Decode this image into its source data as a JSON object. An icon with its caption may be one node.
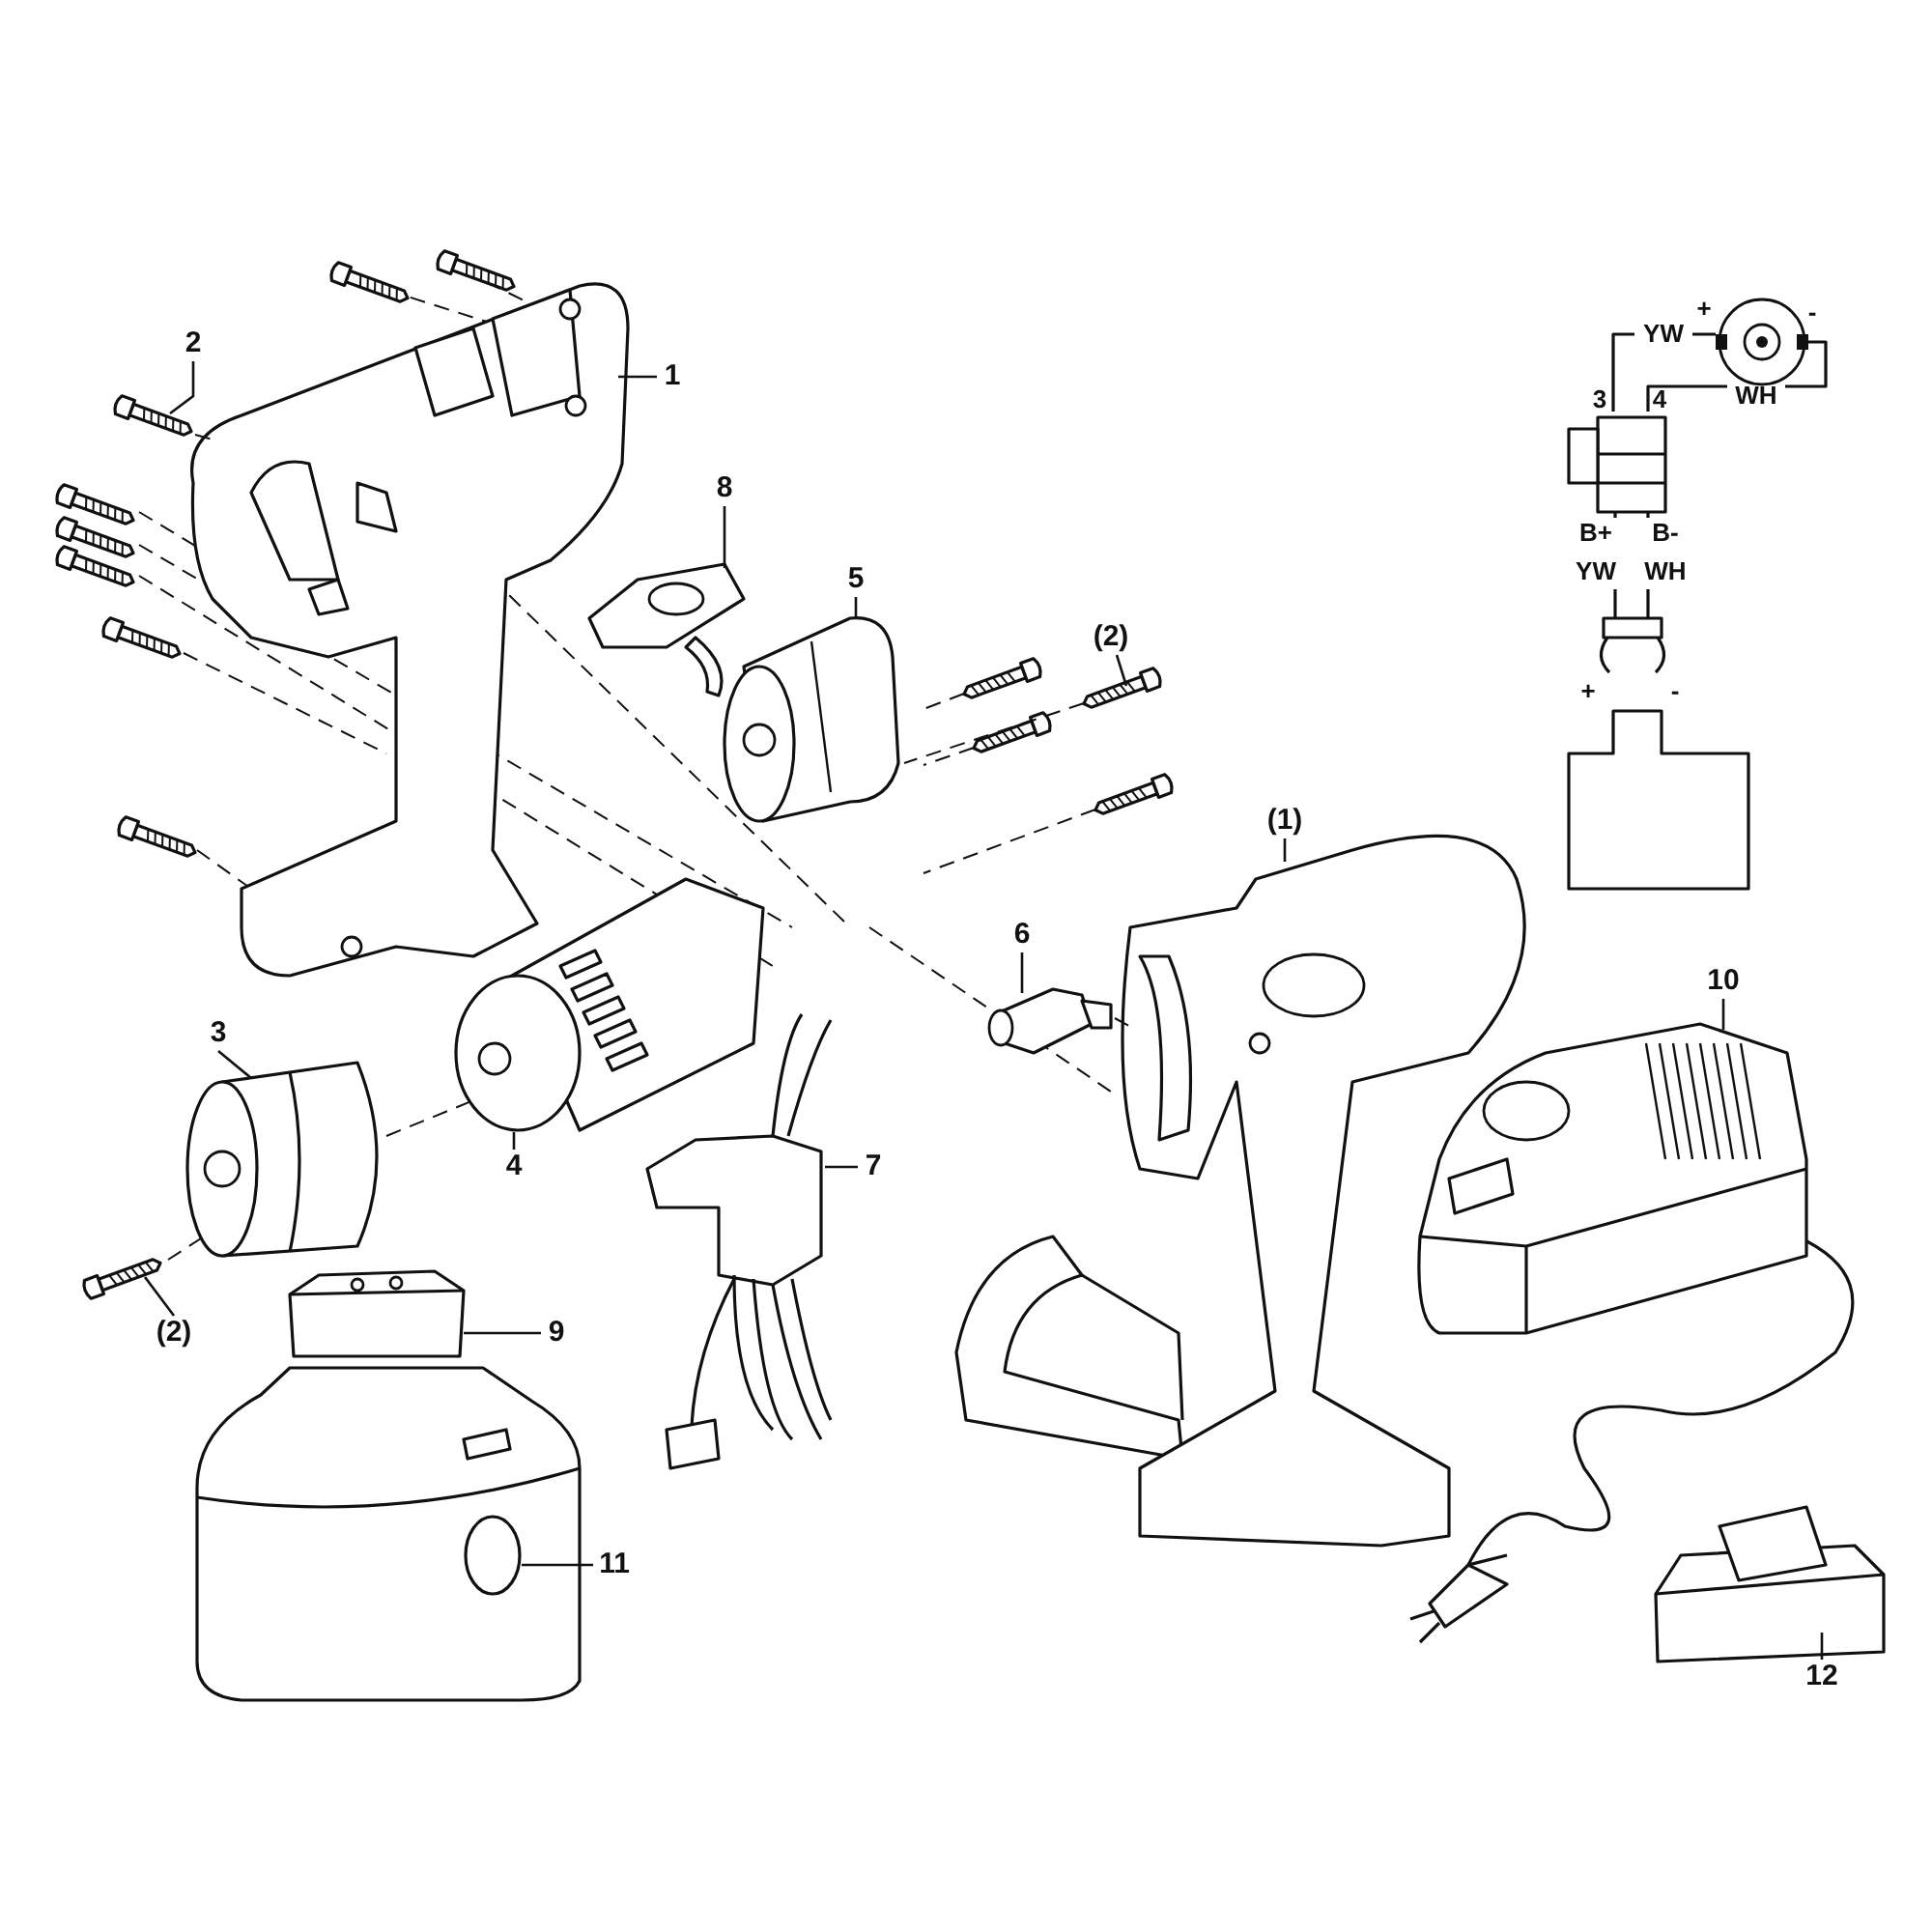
{
  "diagram": {
    "nodes": [
      {
        "text": [
          "2"
        ]
      },
      {
        "text": [],
        "shape": "picture"
      },
      {
        "text": [
          "1"
        ]
      },
      {
        "text": [],
        "shape": "picture"
      },
      {
        "text": [
          "8"
        ]
      },
      {
        "text": [],
        "shape": "picture"
      },
      {
        "text": [
          "5"
        ]
      },
      {
        "text": [],
        "shape": "picture"
      },
      {
        "text": [
          "(2)"
        ]
      },
      {
        "text": [],
        "shape": "picture"
      },
      {
        "text": [
          "(1)"
        ]
      },
      {
        "text": [],
        "shape": "picture"
      },
      {
        "text": [
          "6"
        ]
      },
      {
        "text": [],
        "shape": "picture"
      },
      {
        "text": [
          "10"
        ]
      },
      {
        "text": [],
        "shape": "picture"
      },
      {
        "text": [
          "3"
        ]
      },
      {
        "text": [],
        "shape": "picture"
      },
      {
        "text": [
          "4"
        ]
      },
      {
        "text": [],
        "shape": "picture"
      },
      {
        "text": [
          "7"
        ]
      },
      {
        "text": [],
        "shape": "picture"
      },
      {
        "text": [
          "(2)"
        ]
      },
      {
        "text": [],
        "shape": "picture"
      },
      {
        "text": [
          "9"
        ]
      },
      {
        "text": [],
        "shape": "picture"
      },
      {
        "text": [
          "11"
        ]
      },
      {
        "text": [],
        "shape": "picture"
      },
      {
        "text": [
          "12"
        ]
      },
      {
        "text": [],
        "shape": "picture"
      }
    ],
    "edges": [
      {
        "from": 0,
        "to": 1,
        "arrow": "none"
      },
      {
        "from": 2,
        "to": 3,
        "arrow": "none"
      },
      {
        "from": 4,
        "to": 5,
        "arrow": "none"
      },
      {
        "from": 6,
        "to": 7,
        "arrow": "none"
      },
      {
        "from": 8,
        "to": 9,
        "arrow": "none"
      },
      {
        "from": 10,
        "to": 11,
        "arrow": "none"
      },
      {
        "from": 12,
        "to": 13,
        "arrow": "none"
      },
      {
        "from": 14,
        "to": 15,
        "arrow": "none"
      },
      {
        "from": 16,
        "to": 17,
        "arrow": "none"
      },
      {
        "from": 18,
        "to": 19,
        "arrow": "none"
      },
      {
        "from": 20,
        "to": 21,
        "arrow": "none"
      },
      {
        "from": 22,
        "to": 23,
        "arrow": "none"
      },
      {
        "from": 24,
        "to": 25,
        "arrow": "none"
      },
      {
        "from": 26,
        "to": 27,
        "arrow": "none"
      },
      {
        "from": 28,
        "to": 29,
        "arrow": "none"
      },
      {
        "from": 1,
        "to": 3,
        "arrow": "none",
        "style": "dashed"
      },
      {
        "from": 9,
        "to": 7,
        "arrow": "none",
        "style": "dashed"
      },
      {
        "from": 17,
        "to": 19,
        "arrow": "none",
        "style": "dashed"
      },
      {
        "from": 13,
        "to": 11,
        "arrow": "none",
        "style": "dashed"
      },
      {
        "from": 23,
        "to": 17,
        "arrow": "none",
        "style": "dashed"
      }
    ],
    "labels": [
      "+",
      "-",
      "YW",
      "3",
      "4",
      "WH",
      "B+",
      "B-",
      "YW",
      "WH",
      "+",
      "-"
    ]
  }
}
